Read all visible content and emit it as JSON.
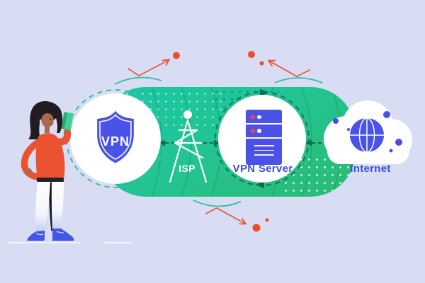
{
  "nodes": {
    "vpn": {
      "label": "VPN",
      "icon": "shield-icon"
    },
    "isp": {
      "label": "ISP",
      "icon": "radio-tower-icon"
    },
    "vpn_server": {
      "label": "VPN Server",
      "icon": "server-rack-icon"
    },
    "internet": {
      "label": "Internet",
      "icon": "globe-cloud-icon"
    },
    "user": {
      "icon": "woman-with-smartphone-illustration"
    }
  },
  "colors": {
    "background": "#d8ddf4",
    "tunnel_gradient_start": "#17c8a6",
    "tunnel_gradient_end": "#2cbb72",
    "node_blue": "#4a52e8",
    "label_blue": "#3c4cdf",
    "attack_red": "#e85a38",
    "deflect_arc_teal": "#2dbda1",
    "dashed_route_dark": "#2e5a4c",
    "white": "#ffffff"
  }
}
